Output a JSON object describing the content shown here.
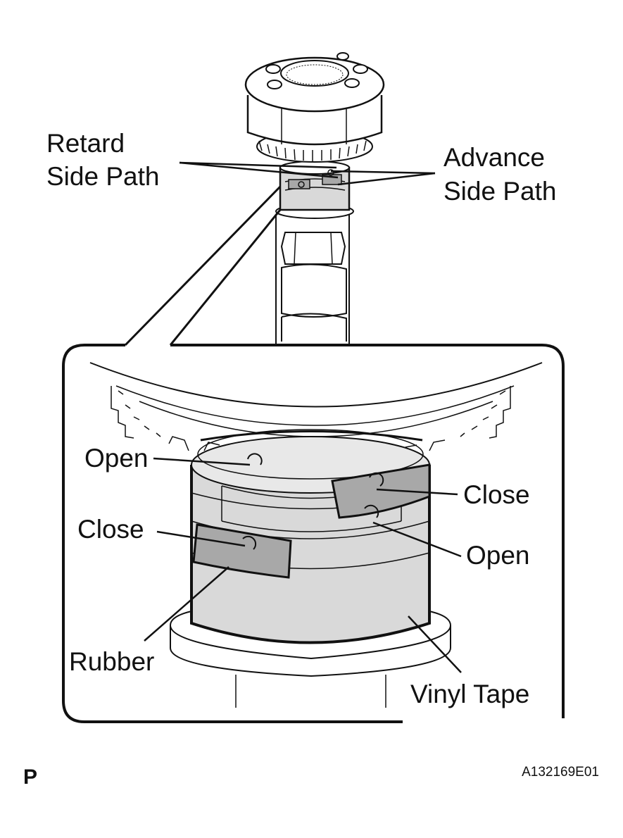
{
  "labels": {
    "retard_line1": "Retard",
    "retard_line2": "Side Path",
    "advance_line1": "Advance",
    "advance_line2": "Side Path",
    "open_upper": "Open",
    "close_upper": "Close",
    "close_lower": "Close",
    "open_lower": "Open",
    "rubber": "Rubber",
    "vinyl_tape": "Vinyl Tape"
  },
  "footer": {
    "corner_mark": "P",
    "figure_code": "A132169E01"
  },
  "colors": {
    "line": "#111111",
    "tape_fill": "#d9d9d9",
    "rubber_fill": "#a8a8a8",
    "background": "#ffffff"
  }
}
